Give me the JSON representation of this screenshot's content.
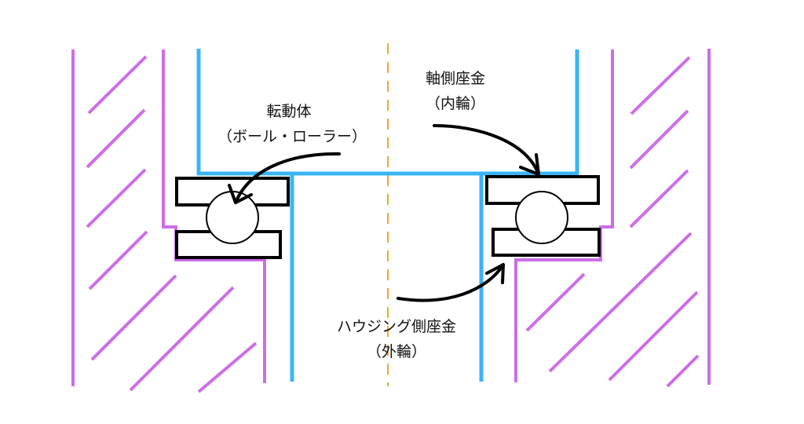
{
  "labels": {
    "rolling_element": "転動体",
    "rolling_element_sub": "（ボール・ローラー）",
    "shaft_washer": "軸側座金",
    "shaft_washer_sub": "（内輪）",
    "housing_washer": "ハウジング側座金",
    "housing_washer_sub": "（外輪）"
  },
  "colors": {
    "housing": "#cc6ee6",
    "shaft": "#3ab4f8",
    "centerline": "#f5a623",
    "bearing": "#000000"
  }
}
